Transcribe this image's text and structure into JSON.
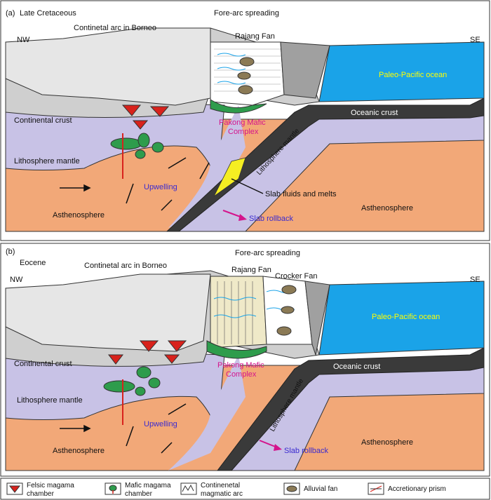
{
  "panels": [
    {
      "tag": "(a)",
      "period": "Late Cretaceous",
      "arc": "Contineta​l arc in Borneo",
      "spreading": "Fore-arc spreading",
      "fan1": "Rajang Fan",
      "fan2": "",
      "nw": "NW",
      "se": "SE",
      "ocean": "Paleo-Pacific ocean",
      "oceanic_crust": "Oceanic crust",
      "continental_crust": "Continental crust",
      "pakong1": "Pakong Mafic",
      "pakong2": "Complex",
      "litho_mantle": "Lithosphere mantle",
      "litho_mantle_slab": "Lithosphere mantle",
      "upwelling": "Upwelling",
      "astheno_left": "Asthenosphere",
      "astheno_right": "Asthenosphere",
      "slab_fluids": "Slab fluids and melts",
      "slab_rollback": "Slab rollback"
    },
    {
      "tag": "(b)",
      "period": "Eocene",
      "arc": "Contineta​l arc in Borneo",
      "spreading": "Fore-arc spreading",
      "fan1": "Rajang Fan",
      "fan2": "Crocker Fan",
      "nw": "NW",
      "se": "SE",
      "ocean": "Paleo-Pacific ocean",
      "oceanic_crust": "Oceanic crust",
      "continental_crust": "Continental crust",
      "pakong1": "Pakong Mafic",
      "pakong2": "Complex",
      "litho_mantle": "Lithosphere mantle",
      "litho_mantle_slab": "Lithosphere mantle",
      "upwelling": "Upwelling",
      "astheno_left": "Asthenosphere",
      "astheno_right": "Asthenosphere",
      "slab_fluids": "",
      "slab_rollback": "Slab rollback"
    }
  ],
  "legend": {
    "felsic1": "Felsic magama",
    "felsic2": "chamber",
    "mafic1": "Mafic magama",
    "mafic2": "chamber",
    "arc1": "Continenetal",
    "arc2": "magmatic arc",
    "alluvial": "Alluvial fan",
    "prism": "Accretionary prism"
  },
  "colors": {
    "asthenosphere": "#f2a878",
    "lithosphere": "#c8c2e6",
    "crust_gray": "#c8c8c8",
    "ocean": "#1aa3e8",
    "slab_dark": "#3a3a3a",
    "mafic_green": "#2e9c4c",
    "felsic_red": "#d8221c",
    "yellow": "#f5ee22",
    "magenta_text": "#d4148c",
    "blue_text": "#3a2ad0"
  }
}
